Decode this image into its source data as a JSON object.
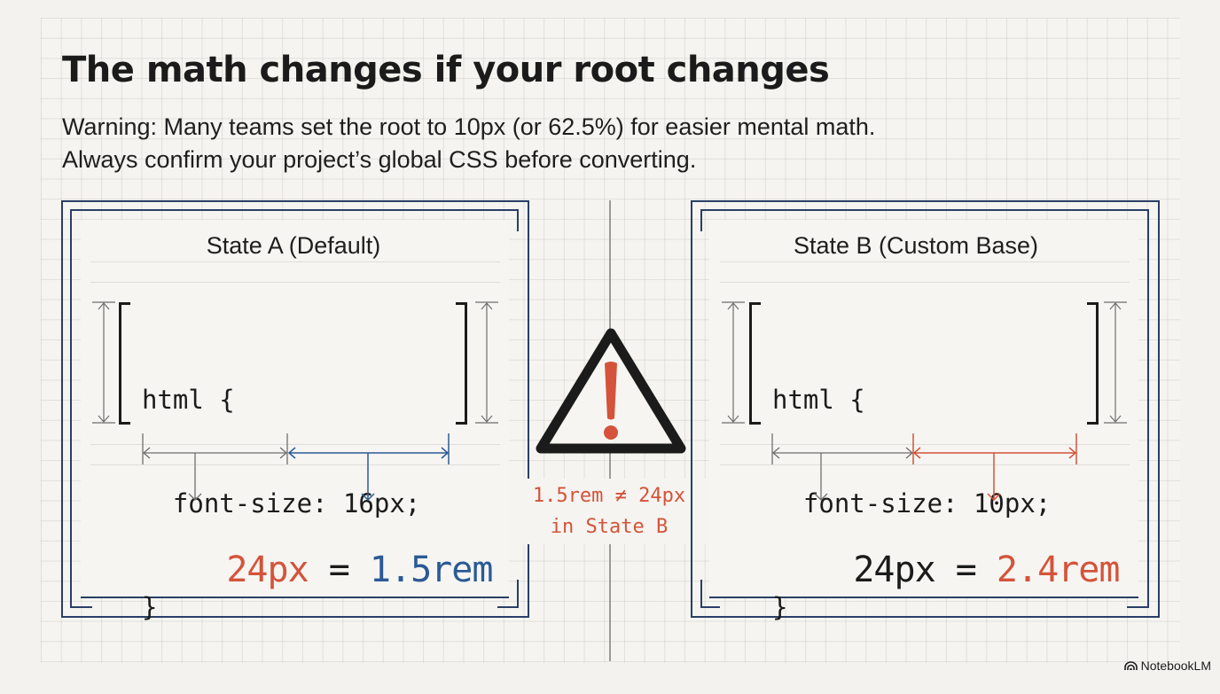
{
  "title": "The math changes if your root changes",
  "subtitle": {
    "line1": "Warning: Many teams set the root to 10px (or 62.5%) for easier mental math.",
    "line2": "Always confirm your project’s global CSS before converting."
  },
  "colors": {
    "accent_red": "#d4533a",
    "accent_blue": "#2b5a94",
    "frame_navy": "#2a3f66",
    "text_dark": "#1b1b1b",
    "background": "#f3f2ee"
  },
  "state_a": {
    "label": "State A (Default)",
    "code": {
      "line1": "html {",
      "line2": "  font-size: 16px;",
      "line3": "}"
    },
    "equation": {
      "px": "24px",
      "equals": " = ",
      "rem": "1.5rem"
    }
  },
  "state_b": {
    "label": "State B (Custom Base)",
    "code": {
      "line1": "html {",
      "line2": "  font-size: 10px;",
      "line3": "}"
    },
    "equation": {
      "px": "24px",
      "equals": " = ",
      "rem": "2.4rem"
    }
  },
  "warning": {
    "icon": "warning-triangle-icon",
    "line1": "1.5rem ≠ 24px",
    "line2": "in State B"
  },
  "brand": {
    "icon": "notebooklm-logo-icon",
    "label": "NotebookLM"
  }
}
